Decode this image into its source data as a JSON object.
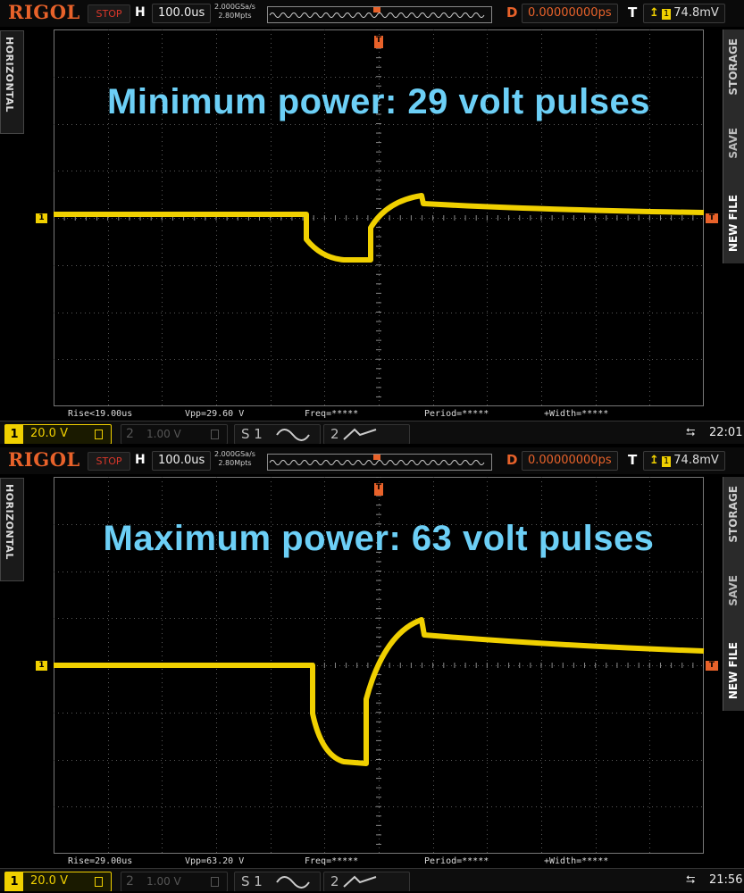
{
  "screens": [
    {
      "header": {
        "brand": "RIGOL",
        "run_state": "STOP",
        "h_label": "H",
        "timebase": "100.0us",
        "sample_rate": "2.000GSa/s",
        "mem_depth": "2.80Mpts",
        "d_label": "D",
        "delay": "0.00000000ps",
        "t_label": "T",
        "trigger_channel": "1",
        "trigger_level": "74.8mV"
      },
      "side": {
        "left_tab": "HORIZONTAL",
        "right_tabs": [
          "STORAGE",
          "SAVE",
          "NEW FILE"
        ]
      },
      "overlay_text": "Minimum power: 29 volt pulses",
      "markers": {
        "channel": "1",
        "trigger": "T",
        "top": "T"
      },
      "measurements": {
        "rise": "Rise<19.00us",
        "vpp": "Vpp=29.60 V",
        "freq": "Freq=*****",
        "period": "Period=*****",
        "width": "+Width=*****"
      },
      "footer": {
        "ch1_num": "1",
        "ch1_scale": "20.0 V",
        "ch2_num": "2",
        "ch2_scale": "1.00 V",
        "s1": "S 1",
        "s2": "2",
        "time": "22:01"
      }
    },
    {
      "header": {
        "brand": "RIGOL",
        "run_state": "STOP",
        "h_label": "H",
        "timebase": "100.0us",
        "sample_rate": "2.000GSa/s",
        "mem_depth": "2.80Mpts",
        "d_label": "D",
        "delay": "0.00000000ps",
        "t_label": "T",
        "trigger_channel": "1",
        "trigger_level": "74.8mV"
      },
      "side": {
        "left_tab": "HORIZONTAL",
        "right_tabs": [
          "STORAGE",
          "SAVE",
          "NEW FILE"
        ]
      },
      "overlay_text": "Maximum power: 63 volt pulses",
      "markers": {
        "channel": "1",
        "trigger": "T",
        "top": "T"
      },
      "measurements": {
        "rise": "Rise=29.00us",
        "vpp": "Vpp=63.20 V",
        "freq": "Freq=*****",
        "period": "Period=*****",
        "width": "+Width=*****"
      },
      "footer": {
        "ch1_num": "1",
        "ch1_scale": "20.0 V",
        "ch2_num": "2",
        "ch2_scale": "1.00 V",
        "s1": "S 1",
        "s2": "2",
        "time": "21:56"
      }
    }
  ],
  "colors": {
    "trace": "#f0d000",
    "overlay_text": "#6ccff6",
    "brand": "#e8622a",
    "grid": "#5a5a5a"
  },
  "icons": {
    "usb": "usb-icon",
    "sine": "sine-wave-icon",
    "ramp": "ramp-wave-icon"
  }
}
